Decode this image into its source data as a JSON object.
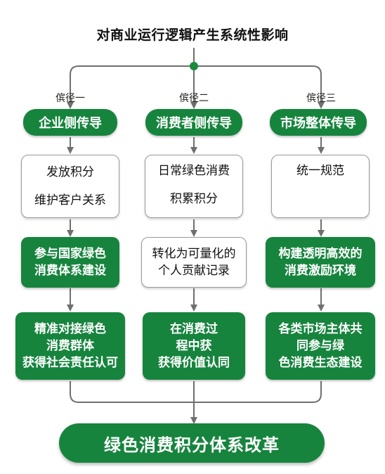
{
  "title": "对商业运行逻辑产生系统性影响",
  "paths": [
    {
      "label": "傧径一",
      "header": "企业侧传导",
      "box1_lines": [
        "发放积分",
        "维护客户关系"
      ],
      "box2_lines": [
        "参与国家绿色",
        "消费体系建设"
      ],
      "box3_lines": [
        "精准对接绿色",
        "消费群体",
        "获得社会责任认可"
      ]
    },
    {
      "label": "傧径二",
      "header": "消费者侧传导",
      "box1_lines": [
        "日常绿色消费",
        "积累积分"
      ],
      "box2_lines": [
        "转化为可量化的",
        "个人贡献记录"
      ],
      "box3_lines": [
        "在消费过",
        "程中获",
        "获得价值认同"
      ]
    },
    {
      "label": "傧径三",
      "header": "市场整体传导",
      "box1_lines": [
        "统一规范"
      ],
      "box2_lines": [
        "构建透明高效的",
        "消费激励环境"
      ],
      "box3_lines": [
        "各类市场主体共",
        "同参与绿",
        "色消费生态建设"
      ]
    }
  ],
  "bottom": "绿色消费积分体系改革",
  "colors": {
    "green": "#17843e",
    "connector": "#6f6f6f",
    "dot": "#1a8a3c"
  }
}
